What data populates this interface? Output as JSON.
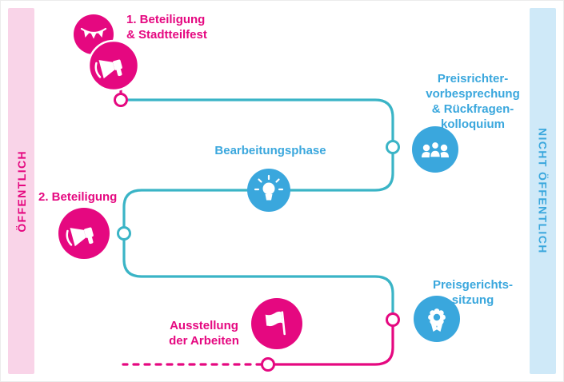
{
  "colors": {
    "pink": "#e50880",
    "pink_light": "#f9d4e8",
    "blue": "#3aa7dd",
    "blue_light": "#cfe9f8",
    "teal": "#3ab4c6"
  },
  "sidebar_left": {
    "label": "ÖFFENTLICH"
  },
  "sidebar_right": {
    "label": "NICHT ÖFFENTLICH"
  },
  "nodes": {
    "beteiligung1": {
      "lines": [
        "1. Beteiligung",
        "& Stadtteilfest"
      ],
      "icons": [
        "bunting-garland-icon",
        "megaphone-icon"
      ]
    },
    "preisrichter": {
      "lines": [
        "Preisrichter-",
        "vorbesprechung",
        "& Rückfragen-",
        "kolloquium"
      ],
      "icon": "jury-people-icon"
    },
    "bearbeitungsphase": {
      "lines": [
        "Bearbeitungsphase"
      ],
      "icon": "lightbulb-icon"
    },
    "beteiligung2": {
      "lines": [
        "2. Beteiligung"
      ],
      "icon": "megaphone-icon"
    },
    "preisgericht": {
      "lines": [
        "Preisgerichts-",
        "sitzung"
      ],
      "icon": "award-rosette-icon"
    },
    "ausstellung": {
      "lines": [
        "Ausstellung",
        "der Arbeiten"
      ],
      "icon": "flag-icon"
    }
  }
}
